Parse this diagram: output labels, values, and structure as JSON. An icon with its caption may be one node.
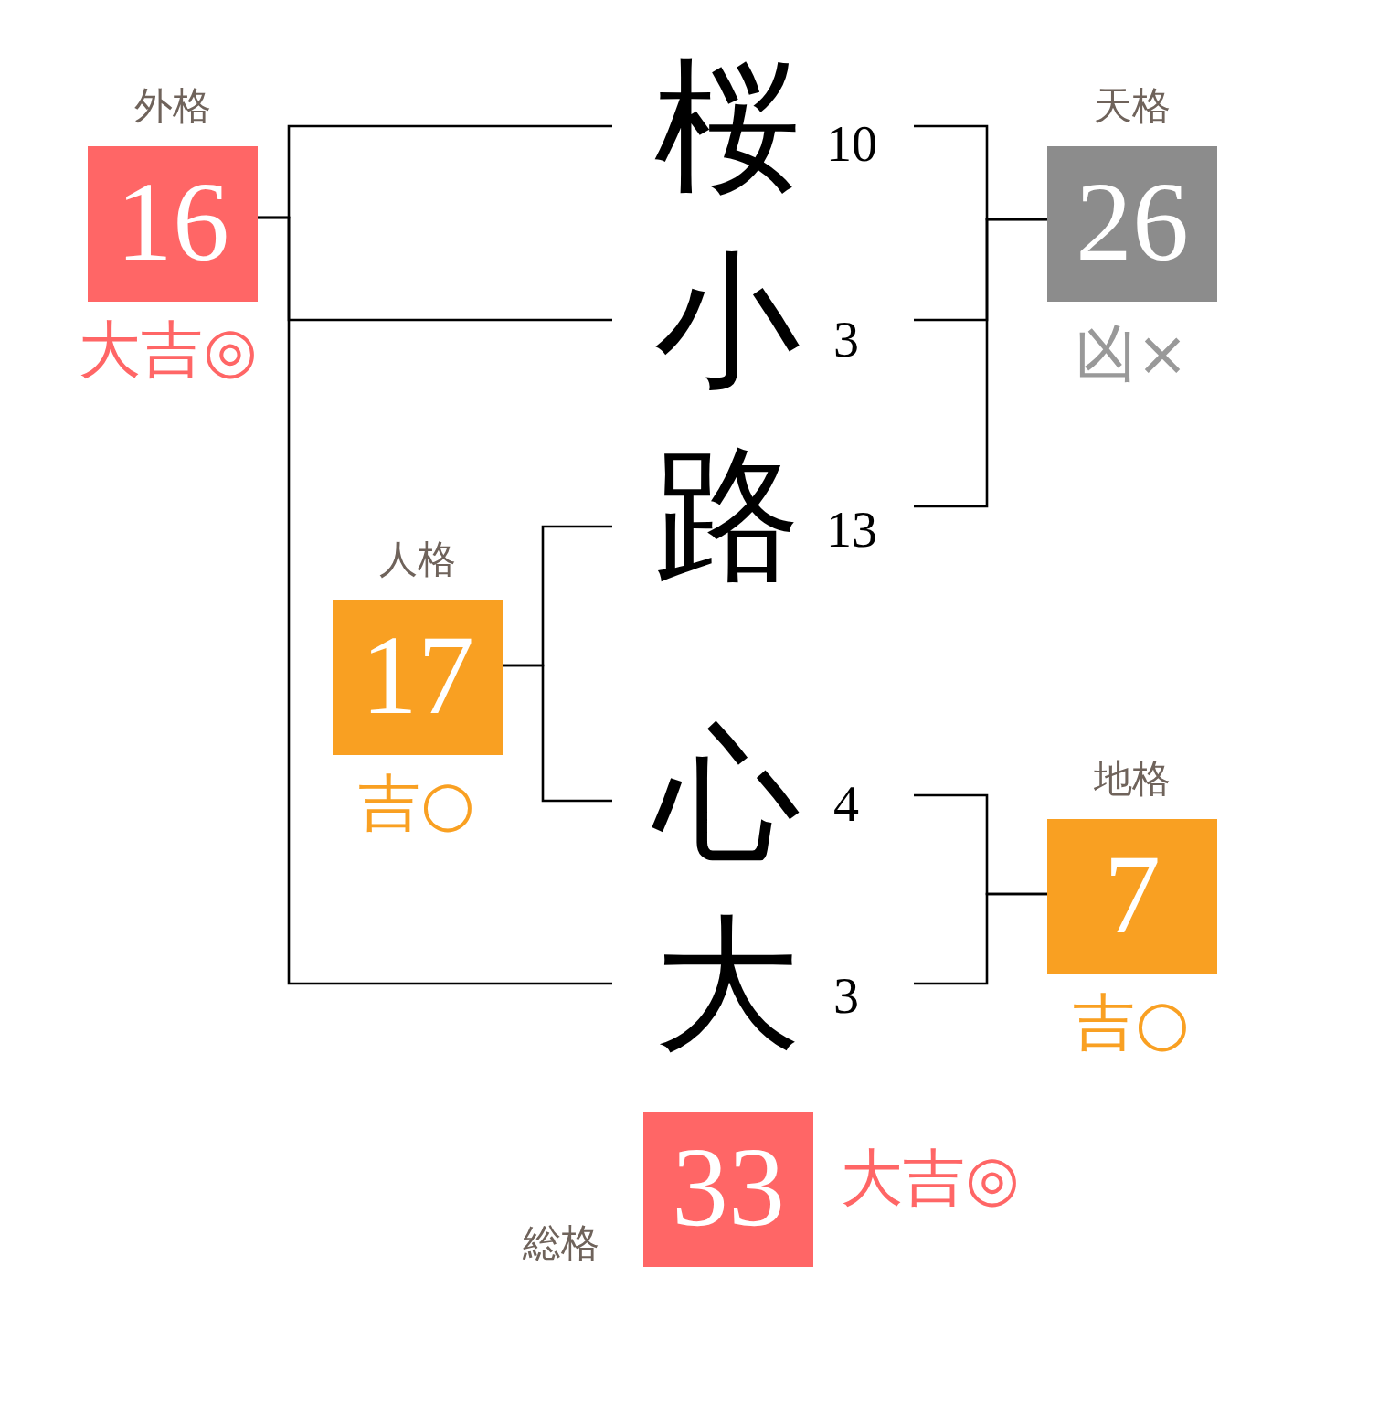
{
  "diagram": {
    "nodes": [
      {
        "text": [
          "外格",
          "16"
        ],
        "beside": [
          "大吉◎"
        ]
      },
      {
        "text": [
          "桜"
        ],
        "beside": [
          "10"
        ]
      },
      {
        "text": [
          "天格",
          "26"
        ],
        "beside": [
          "凶×"
        ]
      },
      {
        "text": [
          "小"
        ],
        "beside": [
          "3"
        ]
      },
      {
        "text": [
          "路"
        ],
        "beside": [
          "13"
        ]
      },
      {
        "text": [
          "人格",
          "17"
        ],
        "beside": [
          "吉○"
        ]
      },
      {
        "text": [
          "心"
        ],
        "beside": [
          "4"
        ]
      },
      {
        "text": [
          "地格",
          "7"
        ],
        "beside": [
          "吉○"
        ]
      },
      {
        "text": [
          "大"
        ],
        "beside": [
          "3"
        ]
      },
      {
        "text": [
          "総格",
          "33"
        ],
        "beside": [
          "大吉◎"
        ]
      }
    ],
    "edges": [
      {
        "from": 0,
        "to": 1,
        "arrow": "none"
      },
      {
        "from": 0,
        "to": 3,
        "arrow": "none"
      },
      {
        "from": 0,
        "to": 8,
        "arrow": "none"
      },
      {
        "from": 2,
        "to": 1,
        "arrow": "none"
      },
      {
        "from": 2,
        "to": 3,
        "arrow": "none"
      },
      {
        "from": 2,
        "to": 4,
        "arrow": "none"
      },
      {
        "from": 5,
        "to": 4,
        "arrow": "none"
      },
      {
        "from": 5,
        "to": 6,
        "arrow": "none"
      },
      {
        "from": 7,
        "to": 6,
        "arrow": "none"
      },
      {
        "from": 7,
        "to": 8,
        "arrow": "none"
      }
    ]
  }
}
